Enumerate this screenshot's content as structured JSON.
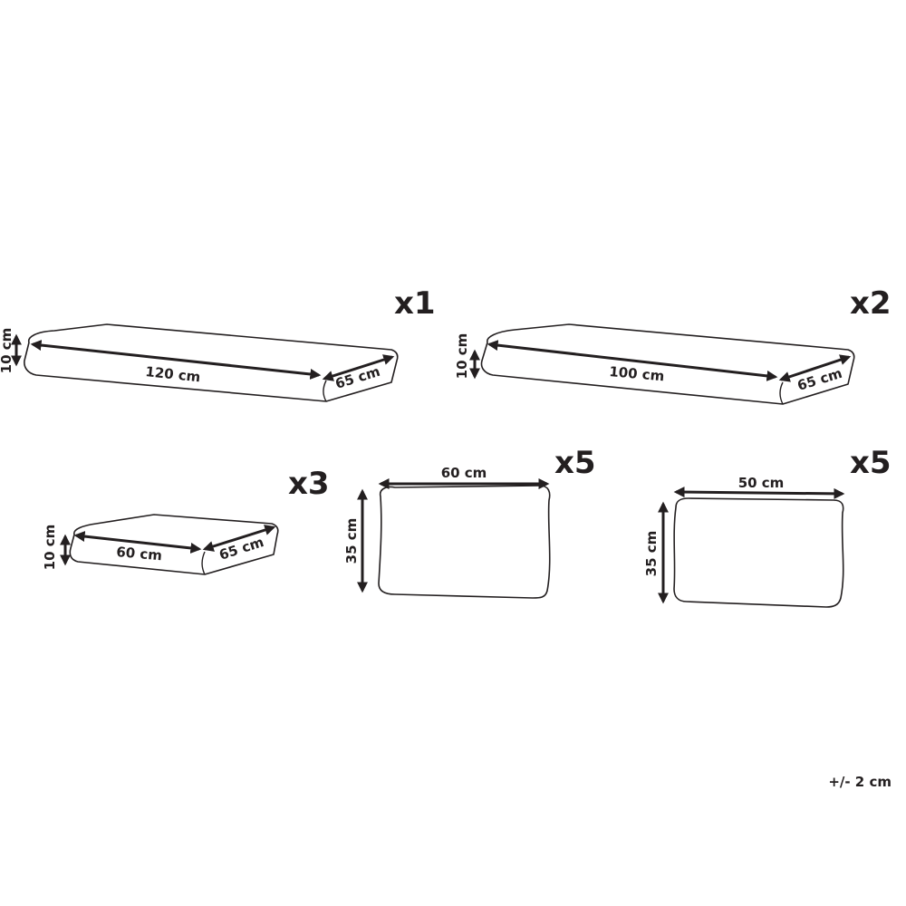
{
  "items": [
    {
      "quantity": "x1",
      "length": "120 cm",
      "depth": "65 cm",
      "thickness": "10 cm"
    },
    {
      "quantity": "x2",
      "length": "100 cm",
      "depth": "65 cm",
      "thickness": "10 cm"
    },
    {
      "quantity": "x3",
      "length": "60 cm",
      "depth": "65 cm",
      "thickness": "10 cm"
    },
    {
      "quantity": "x5",
      "width": "60 cm",
      "height": "35 cm"
    },
    {
      "quantity": "x5",
      "width": "50 cm",
      "height": "35 cm"
    }
  ],
  "tolerance": "+/- 2 cm",
  "colors": {
    "line": "#231f20",
    "background": "#ffffff"
  }
}
